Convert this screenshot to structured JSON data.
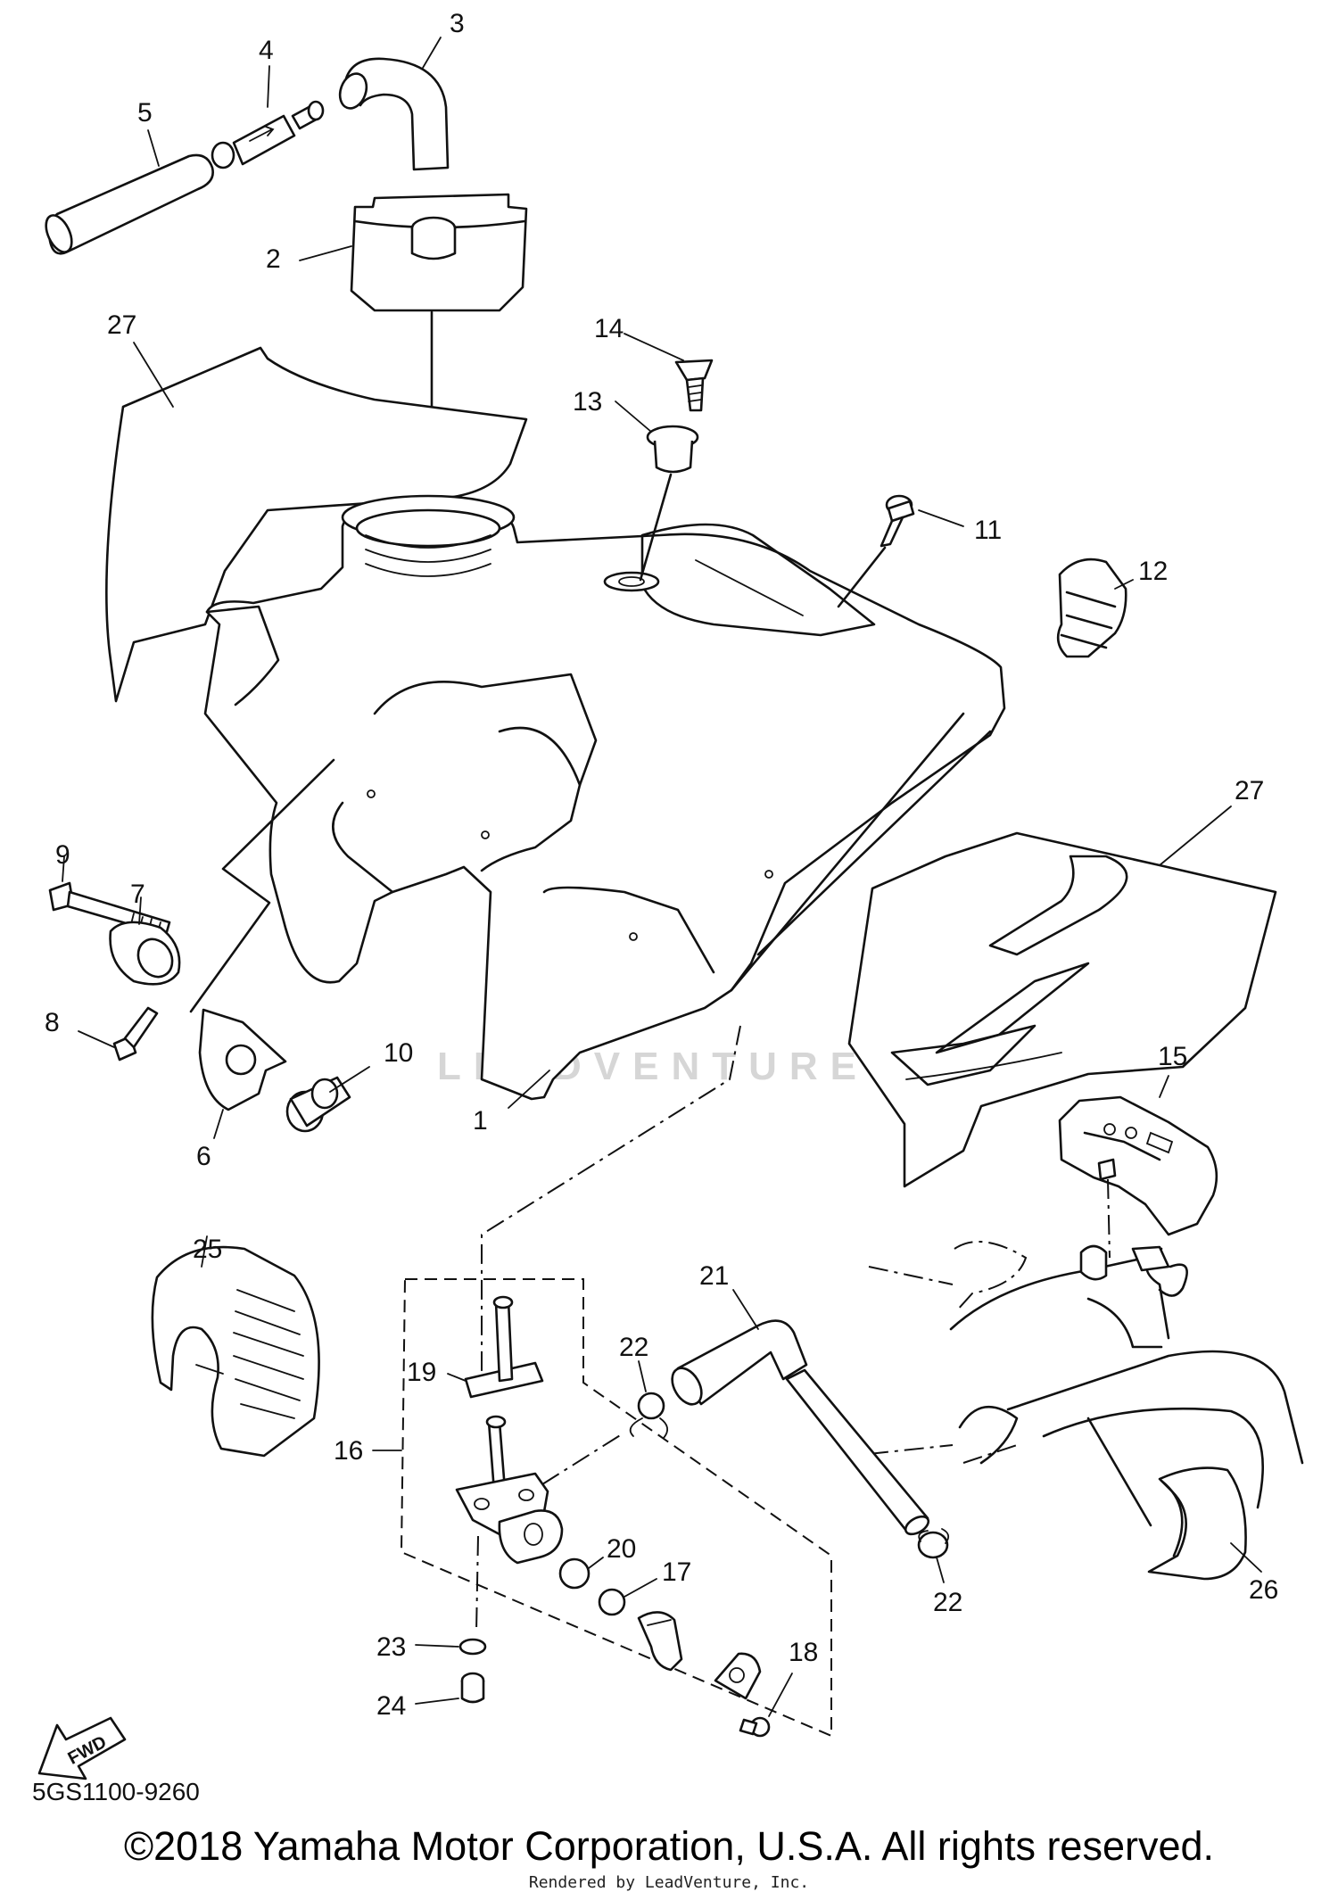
{
  "callouts": {
    "c1": "1",
    "c2": "2",
    "c3": "3",
    "c4": "4",
    "c5": "5",
    "c6": "6",
    "c7": "7",
    "c8": "8",
    "c9": "9",
    "c10": "10",
    "c11": "11",
    "c12": "12",
    "c13": "13",
    "c14": "14",
    "c15": "15",
    "c16": "16",
    "c17": "17",
    "c18": "18",
    "c19": "19",
    "c20": "20",
    "c21": "21",
    "c22a": "22",
    "c22b": "22",
    "c23": "23",
    "c24": "24",
    "c25": "25",
    "c26": "26",
    "c27a": "27",
    "c27b": "27"
  },
  "watermark": "LEADVENTURE",
  "fwd_label": "FWD",
  "diagram_code": "5GS1100-9260",
  "copyright": "©2018 Yamaha Motor Corporation, U.S.A. All rights reserved.",
  "rendered_by": "Rendered by LeadVenture, Inc."
}
